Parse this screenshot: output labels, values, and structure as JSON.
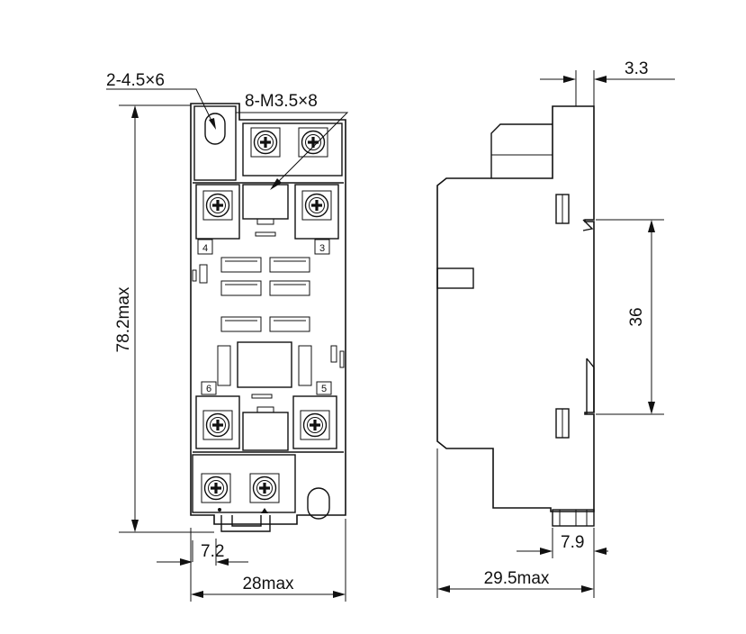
{
  "front_view": {
    "mount_hole_callout": "2-4.5×6",
    "screw_callout": "8-M3.5×8",
    "height_dim": "78.2max",
    "width_dim": "28max",
    "pitch_dim": "7.2",
    "terminal_numbers": [
      "4",
      "3",
      "6",
      "5"
    ]
  },
  "side_view": {
    "flange_dim": "3.3",
    "rail_dim": "36",
    "latch_dim": "7.9",
    "depth_dim": "29.5max"
  }
}
